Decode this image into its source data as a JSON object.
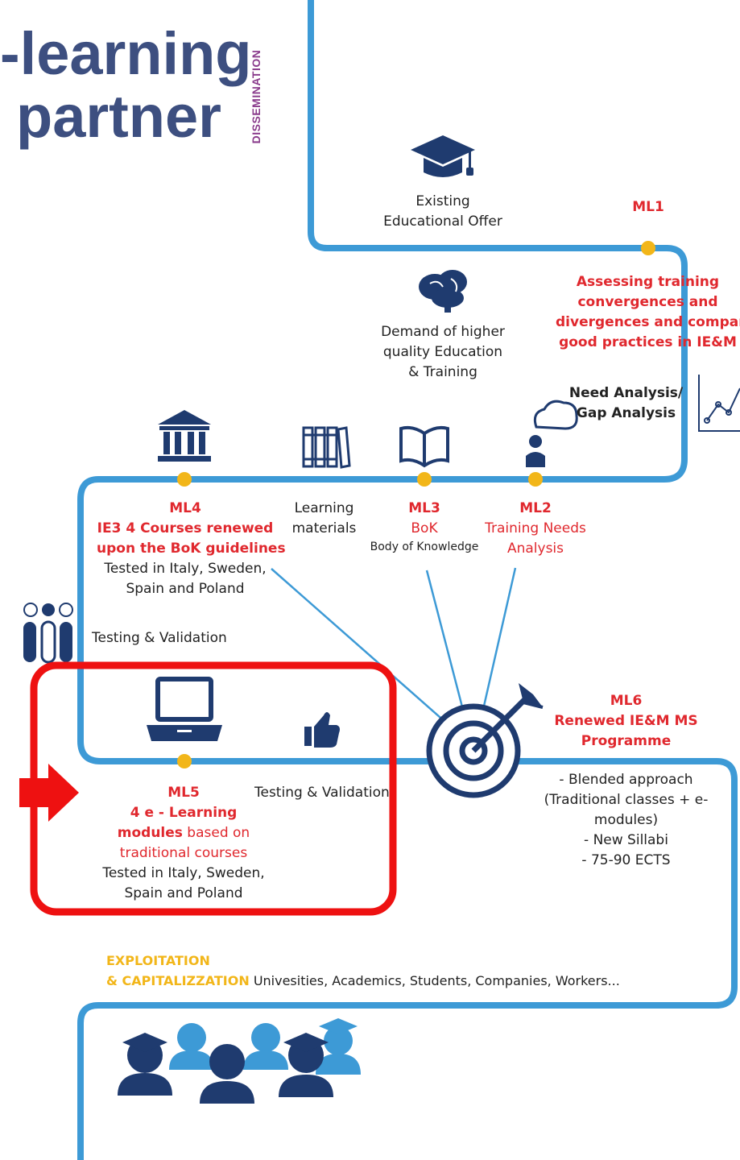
{
  "title": {
    "line1": "-learning",
    "line2": "partner"
  },
  "side_label": "DISSEMINATION",
  "top": {
    "existing_offer": [
      "Existing",
      "Educational Offer"
    ],
    "ml1": "ML1",
    "ml1_desc": [
      "Assessing training",
      "convergences and",
      "divergences and company",
      "good practices  in IE&M"
    ],
    "demand": [
      "Demand of higher",
      "quality Education",
      "& Training"
    ],
    "need_analysis": [
      "Need Analysis/",
      "Gap Analysis"
    ]
  },
  "middle": {
    "ml4": "ML4",
    "ml4_desc": [
      "IE3 4 Courses renewed",
      "upon the BoK guidelines"
    ],
    "ml4_tested": [
      "Tested in Italy, Sweden,",
      "Spain and Poland"
    ],
    "learning_materials": [
      "Learning",
      "materials"
    ],
    "ml3": "ML3",
    "ml3_bok": "BoK",
    "ml3_body": "Body of Knowledge",
    "ml2": "ML2",
    "ml2_desc": [
      "Training Needs",
      "Analysis"
    ],
    "testing_validation_1": "Testing & Validation"
  },
  "lower": {
    "ml5": "ML5",
    "ml5_desc_bold1": "4 e - Learning",
    "ml5_desc_bold2": "modules",
    "ml5_desc_rest2": " based on",
    "ml5_desc3": "traditional courses",
    "ml5_tested": [
      "Tested in Italy, Sweden,",
      "Spain and Poland"
    ],
    "testing_validation_2": "Testing & Validation",
    "ml6": "ML6",
    "ml6_desc": [
      "Renewed IE&M MS",
      "Programme"
    ],
    "ml6_points": [
      "- Blended approach",
      "(Traditional classes + e-",
      "modules)",
      "- New Sillabi",
      "- 75-90 ECTS"
    ]
  },
  "exploitation": {
    "line1": "EXPLOITATION",
    "line2": "& CAPITALIZZATION",
    "audience": " Univesities, Academics, Students, Companies, Workers..."
  },
  "colors": {
    "path": "#3d9ad6",
    "dot": "#f2b619",
    "icon": "#1f3b6f",
    "accent_red": "#e0282e",
    "highlight_box": "#ee1111",
    "title": "#3d4f80"
  },
  "icons": [
    "graduation-cap-icon",
    "brain-icon",
    "chart-icon",
    "bank-icon",
    "books-icon",
    "open-book-icon",
    "person-cloud-icon",
    "test-tubes-icon",
    "laptop-icon",
    "thumbs-up-icon",
    "target-icon",
    "arrow-icon",
    "people-icon"
  ]
}
